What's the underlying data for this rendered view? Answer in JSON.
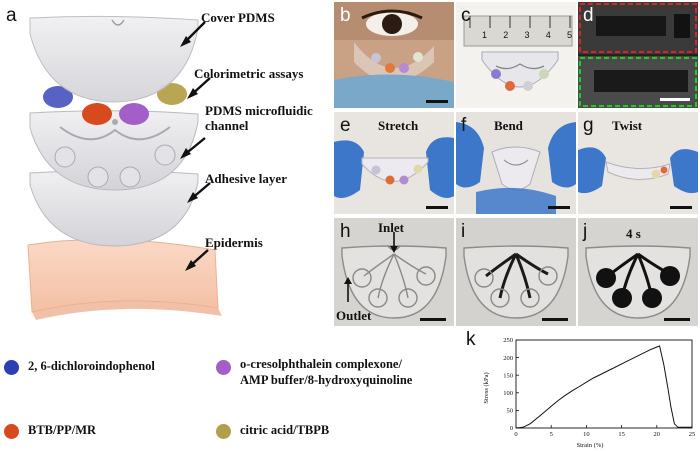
{
  "panel_a": {
    "label": "a",
    "layers": [
      {
        "label": "Cover PDMS"
      },
      {
        "label": "Colorimetric assays"
      },
      {
        "label": "PDMS microfluidic channel"
      },
      {
        "label": "Adhesive layer"
      },
      {
        "label": "Epidermis"
      }
    ]
  },
  "panels": {
    "b": "b",
    "c": "c",
    "d": "d",
    "e": "e",
    "f": "f",
    "g": "g",
    "h": "h",
    "i": "i",
    "j": "j",
    "k": "k"
  },
  "deformations": {
    "stretch": "Stretch",
    "bend": "Bend",
    "twist": "Twist"
  },
  "panel_h": {
    "inlet": "Inlet",
    "outlet": "Outlet"
  },
  "panel_j": {
    "time": "4 s"
  },
  "ruler_ticks": [
    "1",
    "2",
    "3",
    "4",
    "5"
  ],
  "legend": [
    {
      "label": "2, 6-dichloroindophenol",
      "color": "#2a3fb0"
    },
    {
      "label": "o-cresolphthalein complexone/",
      "label2": "AMP buffer/8-hydroxyquinoline",
      "color": "#a45ec8"
    },
    {
      "label": "BTB/PP/MR",
      "color": "#d9491e"
    },
    {
      "label": "citric acid/TBPB",
      "color": "#b0a04a"
    }
  ],
  "colors": {
    "glove": "#3d77c9",
    "skin": "#f6cdb6",
    "blue_dye": "#3b46b8",
    "purple_dye": "#a45ec8",
    "orange_dye": "#d9491e",
    "olive_dye": "#b9a652"
  },
  "chart_data": {
    "type": "line",
    "xlabel": "Strain (%)",
    "ylabel": "Stress (kPa)",
    "xlim": [
      0,
      25
    ],
    "ylim": [
      0,
      250
    ],
    "xticks": [
      "0",
      "5",
      "10",
      "15",
      "20",
      "25"
    ],
    "yticks": [
      "0",
      "50",
      "100",
      "150",
      "200",
      "250"
    ],
    "series": [
      {
        "x": [
          0,
          1,
          2,
          3,
          4,
          5,
          6,
          7,
          8,
          9,
          10,
          11,
          12,
          13,
          14,
          15,
          16,
          17,
          18,
          19,
          20,
          20.4,
          21,
          21.6,
          22,
          22.5,
          23,
          24,
          25
        ],
        "y": [
          0,
          2,
          12,
          28,
          45,
          62,
          78,
          93,
          106,
          118,
          130,
          142,
          152,
          162,
          172,
          182,
          192,
          202,
          212,
          222,
          230,
          233,
          180,
          110,
          60,
          12,
          2,
          2,
          2
        ]
      }
    ]
  }
}
